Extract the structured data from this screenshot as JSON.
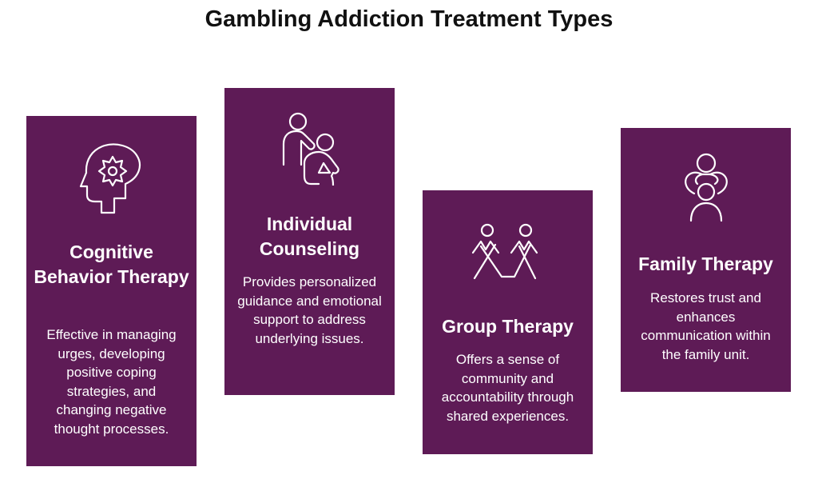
{
  "title": "Gambling Addiction Treatment Types",
  "accent_color": "#5e1b56",
  "cards": [
    {
      "icon": "head-gear-icon",
      "title": "Cognitive Behavior Therapy",
      "description": "Effective in managing urges, developing positive coping strategies, and changing negative thought processes."
    },
    {
      "icon": "counselor-client-icon",
      "title": "Individual Counseling",
      "description": "Provides personalized guidance and emotional support to address underlying issues."
    },
    {
      "icon": "group-people-icon",
      "title": "Group Therapy",
      "description": "Offers a sense of community and accountability through shared experiences."
    },
    {
      "icon": "family-embrace-icon",
      "title": "Family Therapy",
      "description": "Restores trust and enhances communication within the family unit."
    }
  ]
}
